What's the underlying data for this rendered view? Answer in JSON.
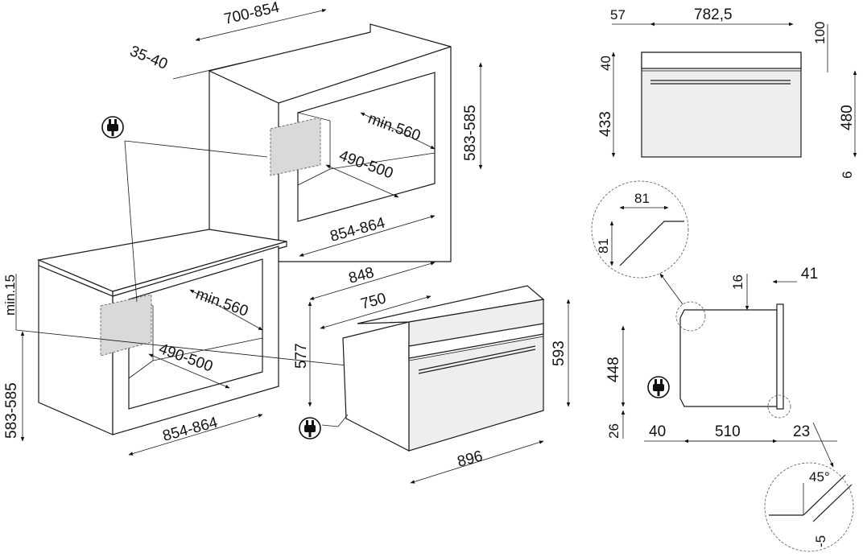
{
  "dims": {
    "d_700_854": "700-854",
    "d_35_40": "35-40",
    "d_583_585_top": "583-585",
    "d_min560_top": "min.560",
    "d_490_500_top": "490-500",
    "d_854_864_top": "854-864",
    "d_min15": "min.15",
    "d_583_585_bottom": "583-585",
    "d_min560_bottom": "min.560",
    "d_490_500_bottom": "490-500",
    "d_854_864_bottom": "854-864",
    "d_848": "848",
    "d_750": "750",
    "d_577": "577",
    "d_593": "593",
    "d_896": "896",
    "d_57": "57",
    "d_782_5": "782,5",
    "d_100": "100",
    "d_40_front": "40",
    "d_433": "433",
    "d_480": "480",
    "d_6": "6",
    "d_81_h": "81",
    "d_81_v": "81",
    "d_16": "16",
    "d_41": "41",
    "d_448": "448",
    "d_26": "26",
    "d_40_side": "40",
    "d_510": "510",
    "d_23": "23",
    "d_45deg": "45°",
    "d_minus5": "-5"
  },
  "icons": [
    "plug-icon",
    "plug-icon",
    "plug-icon"
  ]
}
